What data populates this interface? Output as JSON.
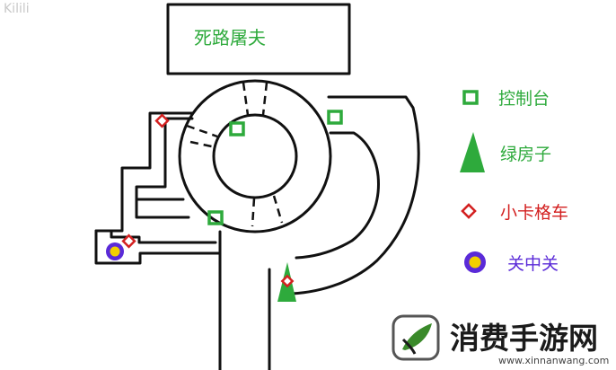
{
  "map": {
    "room_label": "死路屠夫"
  },
  "legend": [
    {
      "icon": "console-icon",
      "label": "控制台",
      "color": "#2eaa3c"
    },
    {
      "icon": "green-house-icon",
      "label": "绿房子",
      "color": "#2eaa3c"
    },
    {
      "icon": "kart-icon",
      "label": "小卡格车",
      "color": "#d32020"
    },
    {
      "icon": "pass-icon",
      "label": "关中关",
      "color": "#5a2ad8"
    }
  ],
  "colors": {
    "console": "#2eaa3c",
    "house": "#2eaa3c",
    "kart": "#d32020",
    "pass_outer": "#5a2ad8",
    "pass_inner": "#f2d000",
    "wall": "#111111"
  },
  "watermark": {
    "name": "消费手游网",
    "url": "www.xinnanwang.com",
    "top_left": "Kilili"
  }
}
